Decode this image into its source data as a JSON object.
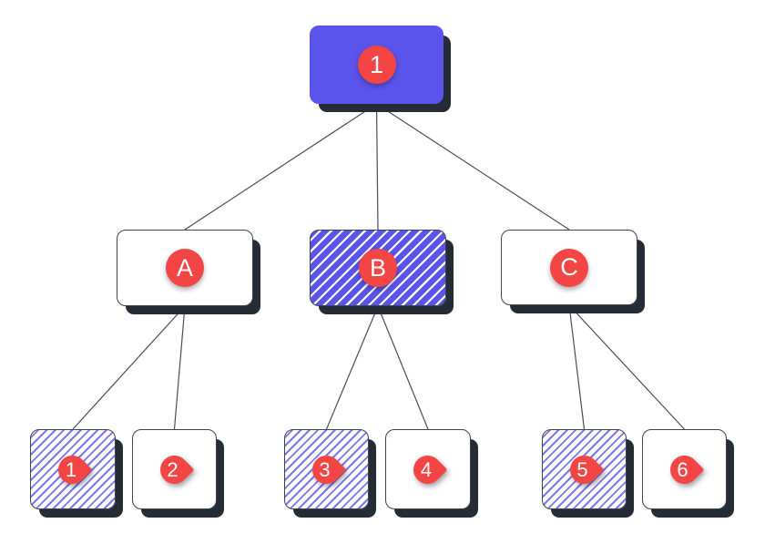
{
  "diagram_title": "tree-diagram",
  "colors": {
    "accent_purple": "#5b54ec",
    "badge_red": "#f44545",
    "shadow_dark": "#262c36",
    "hatch_purple": "#7d76f1",
    "edge_line": "#4a4e55",
    "node_border": "#3f444c"
  },
  "nodes": {
    "root": {
      "label": "1",
      "variant": "solid",
      "badge": "circle"
    },
    "a": {
      "label": "A",
      "variant": "plain",
      "badge": "circle"
    },
    "b": {
      "label": "B",
      "variant": "hatched-solid",
      "badge": "circle"
    },
    "c": {
      "label": "C",
      "variant": "plain",
      "badge": "circle"
    },
    "leaf1": {
      "label": "1",
      "variant": "hatched",
      "badge": "pin"
    },
    "leaf2": {
      "label": "2",
      "variant": "plain",
      "badge": "pin"
    },
    "leaf3": {
      "label": "3",
      "variant": "hatched",
      "badge": "pin"
    },
    "leaf4": {
      "label": "4",
      "variant": "plain",
      "badge": "pin"
    },
    "leaf5": {
      "label": "5",
      "variant": "hatched",
      "badge": "pin"
    },
    "leaf6": {
      "label": "6",
      "variant": "plain",
      "badge": "pin"
    }
  },
  "edges": [
    {
      "from": "root",
      "to": "a"
    },
    {
      "from": "root",
      "to": "b"
    },
    {
      "from": "root",
      "to": "c"
    },
    {
      "from": "a",
      "to": "leaf1"
    },
    {
      "from": "a",
      "to": "leaf2"
    },
    {
      "from": "b",
      "to": "leaf3"
    },
    {
      "from": "b",
      "to": "leaf4"
    },
    {
      "from": "c",
      "to": "leaf5"
    },
    {
      "from": "c",
      "to": "leaf6"
    }
  ]
}
